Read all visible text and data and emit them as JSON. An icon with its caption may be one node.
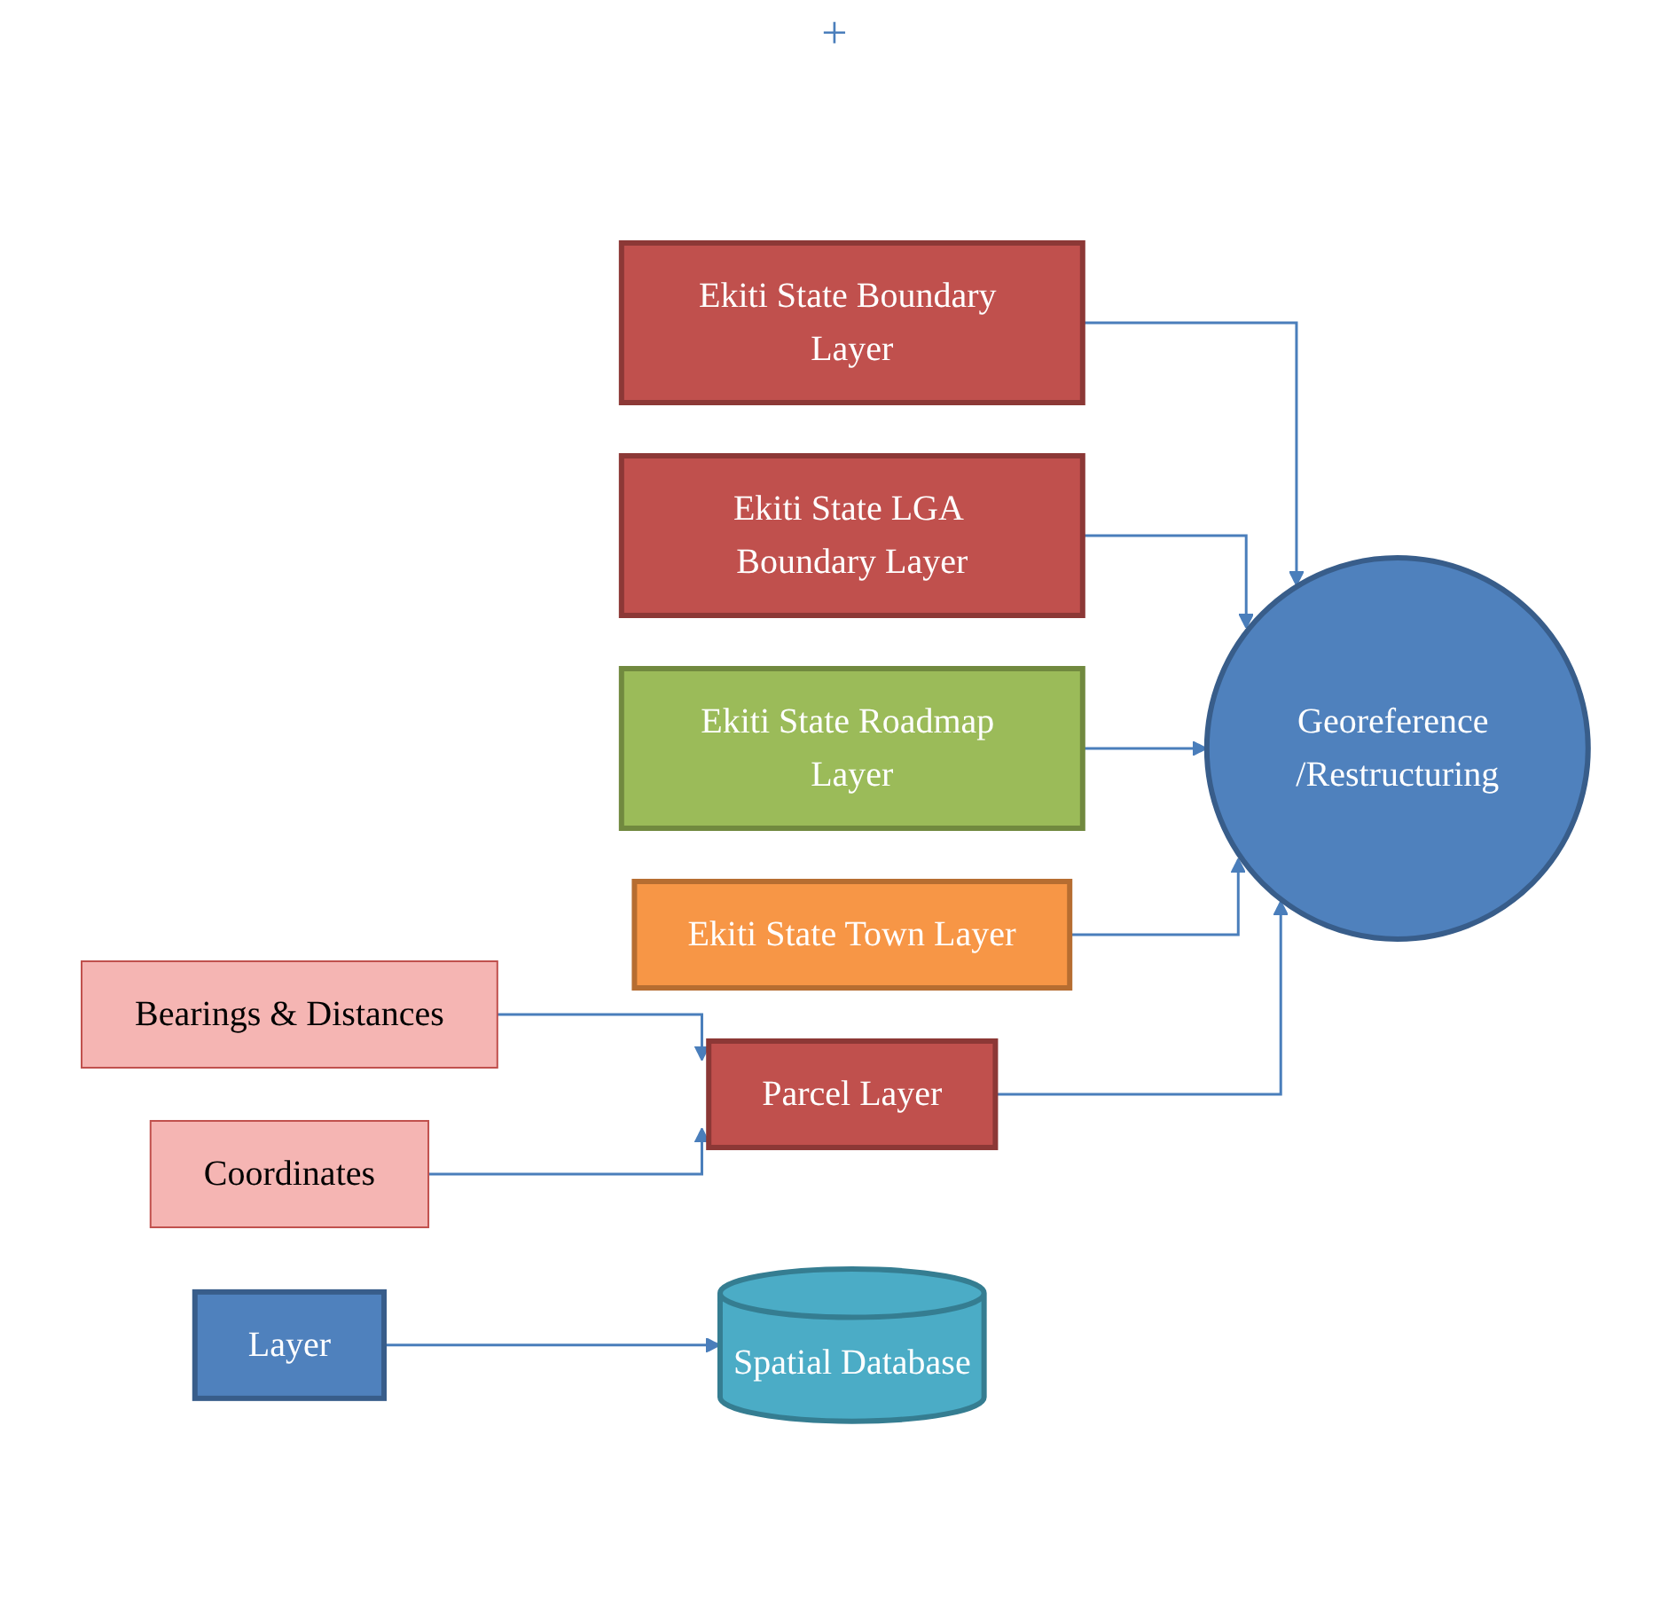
{
  "diagram": {
    "nodes": [
      {
        "text": [
          "Layer"
        ]
      },
      {
        "text": [
          "Ekiti State Boundary Layer"
        ]
      },
      {
        "text": [
          "Ekiti State LGA Boundary Layer"
        ]
      },
      {
        "text": [
          "Ekiti State Roadmap Layer"
        ]
      },
      {
        "text": [
          "Ekiti State Town Layer"
        ]
      },
      {
        "text": [
          "Bearings & Distances"
        ]
      },
      {
        "text": [
          "Coordinates"
        ]
      },
      {
        "text": [
          "Parcel Layer"
        ]
      },
      {
        "text": [
          "Georeference /Restructuring"
        ]
      },
      {
        "text": [
          "Spatial Database"
        ]
      }
    ],
    "edges": [
      {
        "from": 0,
        "to": 9,
        "arrow": "to"
      },
      {
        "from": 1,
        "to": 8,
        "arrow": "to"
      },
      {
        "from": 2,
        "to": 8,
        "arrow": "to"
      },
      {
        "from": 3,
        "to": 8,
        "arrow": "to"
      },
      {
        "from": 4,
        "to": 8,
        "arrow": "to"
      },
      {
        "from": 7,
        "to": 8,
        "arrow": "to"
      },
      {
        "from": 5,
        "to": 7,
        "arrow": "to"
      },
      {
        "from": 6,
        "to": 7,
        "arrow": "to"
      }
    ],
    "labels": [
      "+"
    ]
  }
}
